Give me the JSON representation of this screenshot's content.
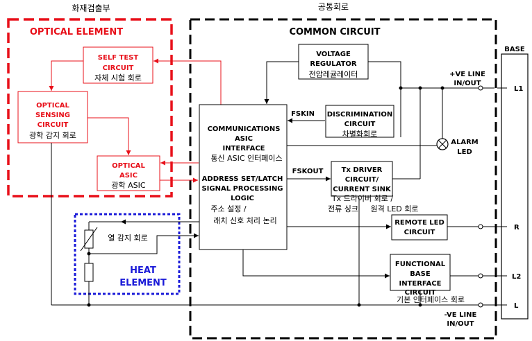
{
  "headings": {
    "detector_section_kr": "화재검출부",
    "common_section_kr": "공통회로",
    "optical_element": "OPTICAL ELEMENT",
    "common_circuit": "COMMON CIRCUIT",
    "base": "BASE"
  },
  "blocks": {
    "self_test": {
      "l1": "SELF TEST",
      "l2": "CIRCUIT",
      "kr": "자체 시험 회로"
    },
    "optical_sensing": {
      "l1": "OPTICAL",
      "l2": "SENSING",
      "l3": "CIRCUIT",
      "kr": "광학 감지 회로"
    },
    "optical_asic": {
      "l1": "OPTICAL",
      "l2": "ASIC",
      "kr": "광학 ASIC"
    },
    "comm_asic": {
      "l1": "COMMUNICATIONS",
      "l2": "ASIC",
      "l3": "INTERFACE",
      "kr": "통신 ASIC 인터페이스"
    },
    "address_logic": {
      "l1": "ADDRESS SET/LATCH",
      "l2": "SIGNAL PROCESSING",
      "l3": "LOGIC",
      "kr1": "주소 설정 /",
      "kr2": "래치 신호 처리 논리"
    },
    "voltage_regulator": {
      "l1": "VOLTAGE",
      "l2": "REGULATOR",
      "kr": "전압레귤레이터"
    },
    "discrimination": {
      "l1": "DISCRIMINATION",
      "l2": "CIRCUIT",
      "kr": "차별화회로"
    },
    "tx_driver": {
      "l1": "Tx DRIVER",
      "l2": "CIRCUIT/",
      "l3": "CURRENT SINK",
      "kr1": "Tx 드라이버 회로 /",
      "kr2": "전류 싱크"
    },
    "remote_led": {
      "l1": "REMOTE LED",
      "l2": "CIRCUIT",
      "kr": "원격 LED 회로"
    },
    "functional_base": {
      "l1": "FUNCTIONAL",
      "l2": "BASE",
      "l3": "INTERFACE",
      "l4": "CIRCUIT",
      "kr": "기본 인터페이스 회로"
    },
    "heat_element": {
      "l1": "HEAT",
      "l2": "ELEMENT",
      "kr": "열 감지 회로"
    }
  },
  "signals": {
    "fskin": "FSKIN",
    "fskout": "FSKOUT"
  },
  "labels": {
    "alarm_led_l1": "ALARM",
    "alarm_led_l2": "LED",
    "ve_plus_l1": "+VE LINE",
    "ve_plus_l2": "IN/OUT",
    "ve_minus_l1": "-VE LINE",
    "ve_minus_l2": "IN/OUT"
  },
  "terminals": [
    "L1",
    "R",
    "L2",
    "L"
  ],
  "colors": {
    "optical": "#e8101a",
    "heat": "#1a1ad8",
    "line": "#000000",
    "text": "#000000"
  }
}
